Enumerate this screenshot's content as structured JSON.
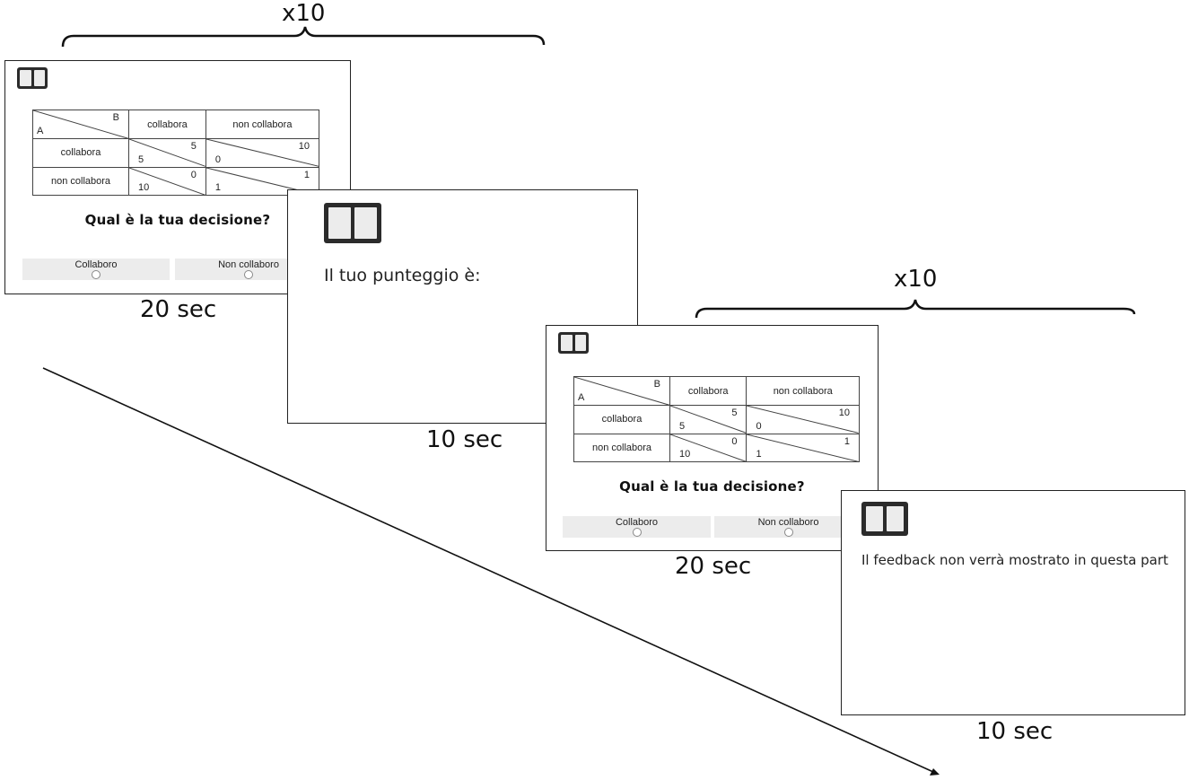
{
  "repeat_label": "x10",
  "screens": {
    "decision": {
      "duration": "20 sec",
      "matrix": {
        "corner_col": "B",
        "corner_row": "A",
        "col_headers": [
          "collabora",
          "non collabora"
        ],
        "rows": [
          {
            "label": "collabora",
            "cells": [
              {
                "b": "5",
                "a": "5"
              },
              {
                "b": "10",
                "a": "0"
              }
            ]
          },
          {
            "label": "non collabora",
            "cells": [
              {
                "b": "0",
                "a": "10"
              },
              {
                "b": "1",
                "a": "1"
              }
            ]
          }
        ]
      },
      "question": "Qual è la tua decisione?",
      "option_collaborate": "Collaboro",
      "option_not_collaborate": "Non collaboro"
    },
    "score": {
      "duration": "10 sec",
      "message": "Il tuo punteggio è:"
    },
    "no_feedback": {
      "duration": "10 sec",
      "message": "Il feedback non verrà mostrato in questa part"
    }
  }
}
